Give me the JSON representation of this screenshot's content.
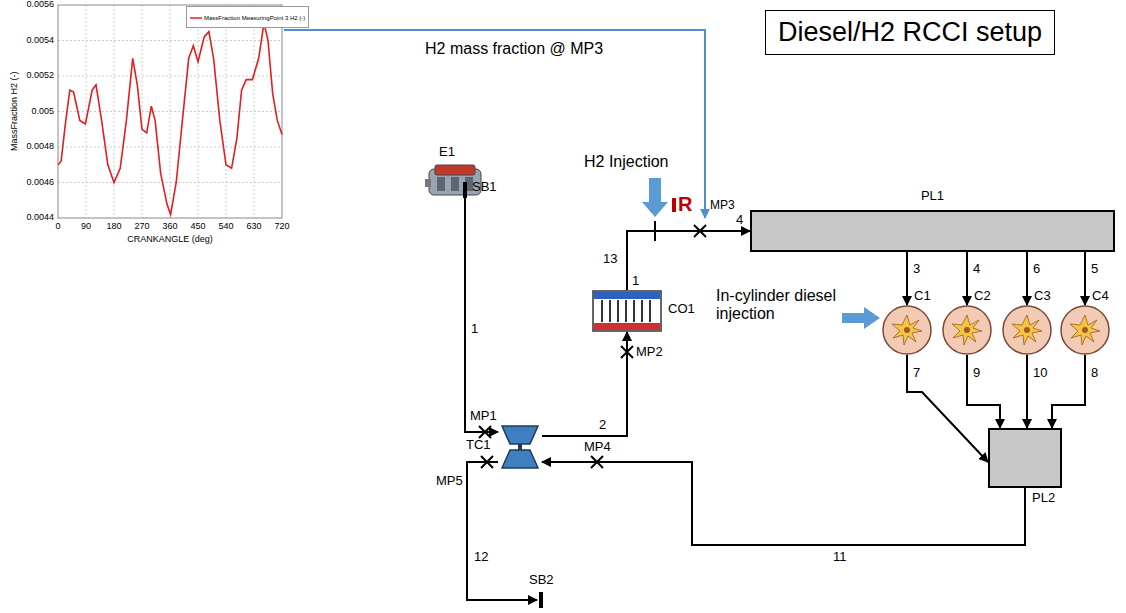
{
  "diagram": {
    "title": "Diesel/H2 RCCI setup",
    "nodes": [
      {
        "text": [
          "E1"
        ]
      },
      {
        "text": [
          "SB1"
        ]
      },
      {
        "text": [
          "TC1"
        ]
      },
      {
        "text": [
          "CO1"
        ]
      },
      {
        "text": [
          "PL1"
        ]
      },
      {
        "text": [
          "C1"
        ]
      },
      {
        "text": [
          "C2"
        ]
      },
      {
        "text": [
          "C3"
        ]
      },
      {
        "text": [
          "C4"
        ]
      },
      {
        "text": [
          "PL2"
        ]
      },
      {
        "text": [
          "SB2"
        ]
      }
    ],
    "edges": [
      {
        "from": 1,
        "to": 2,
        "arrow": "to",
        "label": "1"
      },
      {
        "from": 2,
        "to": 3,
        "arrow": "to",
        "label": "2"
      },
      {
        "from": 3,
        "to": 4,
        "arrow": "to",
        "label": "13"
      },
      {
        "from": 4,
        "to": 5,
        "arrow": "to",
        "label": "3"
      },
      {
        "from": 4,
        "to": 6,
        "arrow": "to",
        "label": "4"
      },
      {
        "from": 4,
        "to": 7,
        "arrow": "to",
        "label": "6"
      },
      {
        "from": 4,
        "to": 8,
        "arrow": "to",
        "label": "5"
      },
      {
        "from": 5,
        "to": 9,
        "arrow": "to",
        "label": "7"
      },
      {
        "from": 6,
        "to": 9,
        "arrow": "to",
        "label": "9"
      },
      {
        "from": 7,
        "to": 9,
        "arrow": "to",
        "label": "10"
      },
      {
        "from": 8,
        "to": 9,
        "arrow": "to",
        "label": "8"
      },
      {
        "from": 9,
        "to": 2,
        "arrow": "to",
        "label": "11"
      },
      {
        "from": 2,
        "to": 10,
        "arrow": "to",
        "label": "12"
      }
    ],
    "labels": [
      "0.0044",
      "0.0046",
      "0.0048",
      "0.005",
      "0.0052",
      "0.0054",
      "0.0056",
      "0",
      "90",
      "180",
      "270",
      "360",
      "450",
      "540",
      "630",
      "720",
      "MassFraction H2 (-)",
      "CRANKANGLE (deg)",
      "H2 mass fraction @ MP3",
      "H2 Injection",
      "R",
      "MP3",
      "4",
      "1",
      "MP1",
      "MP2",
      "MP4",
      "MP5",
      "In-cylinder diesel injection"
    ],
    "legend": [
      {
        "text": "MassFraction MeasuringPoint 3 H2 (-)"
      }
    ]
  }
}
